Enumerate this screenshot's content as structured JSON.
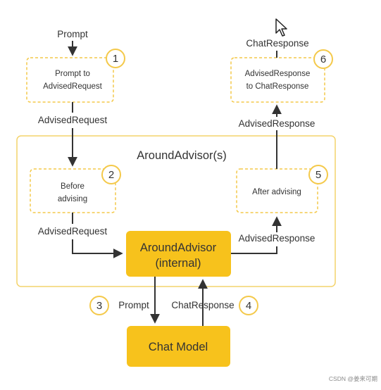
{
  "colors": {
    "accent_yellow": "#f7c21c",
    "dashed_border": "#f4c94a",
    "frame_border": "#f4d36b",
    "line": "#333333",
    "text": "#333333"
  },
  "labels": {
    "prompt_top": "Prompt",
    "advised_request_1": "AdvisedRequest",
    "advised_request_2": "AdvisedRequest",
    "prompt_bottom": "Prompt",
    "chat_response_bottom": "ChatResponse",
    "advised_response_right": "AdvisedResponse",
    "advised_response_top": "AdvisedResponse",
    "chat_response_top": "ChatResponse"
  },
  "group": {
    "title": "AroundAdvisor(s)"
  },
  "steps": [
    {
      "number": "1",
      "line1": "Prompt to",
      "line2": "AdvisedRequest"
    },
    {
      "number": "2",
      "line1": "Before",
      "line2": "advising"
    },
    {
      "number": "3"
    },
    {
      "number": "4"
    },
    {
      "number": "5",
      "line1": "After advising"
    },
    {
      "number": "6",
      "line1": "AdvisedResponse",
      "line2": "to ChatResponse"
    }
  ],
  "around_advisor": {
    "line1": "AroundAdvisor",
    "line2": "(internal)"
  },
  "chat_model": {
    "label": "Chat Model"
  },
  "watermark": "CSDN @姜来可期",
  "icons": {
    "cursor": "cursor-arrow-icon"
  }
}
